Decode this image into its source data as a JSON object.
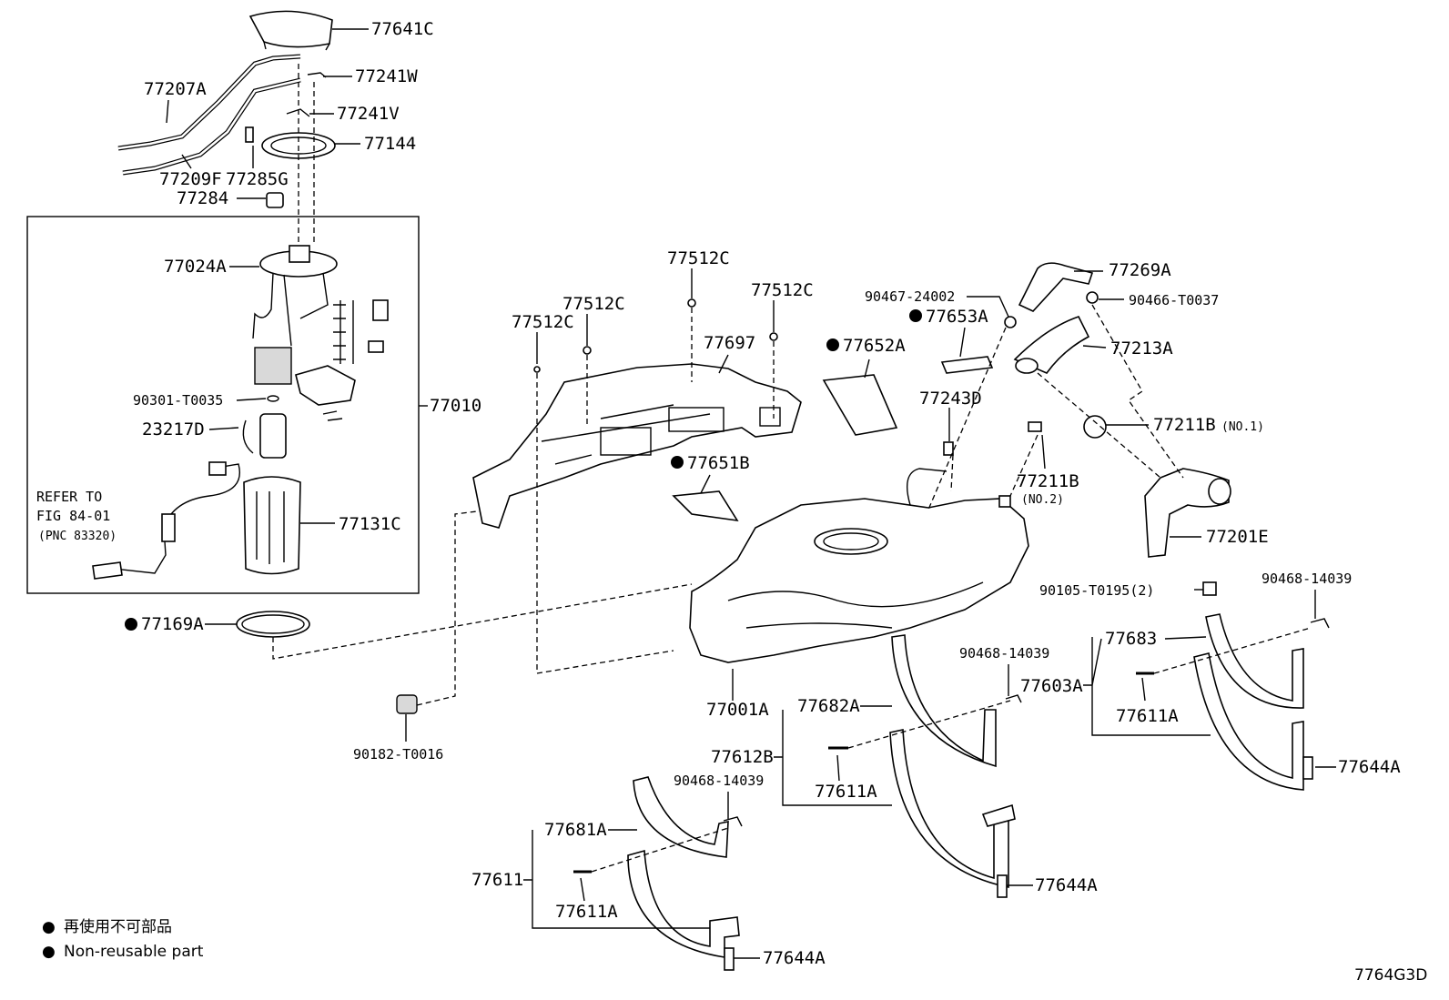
{
  "diagram_code": "7764G3D",
  "refer_note": {
    "line1": "REFER TO",
    "line2": "FIG 84-01",
    "line3": "(PNC 83320)"
  },
  "legend": {
    "marker": "●",
    "line1": "再使用不可部品",
    "line2": "Non-reusable part"
  },
  "labels": {
    "l77641C": "77641C",
    "l77207A": "77207A",
    "l77241W": "77241W",
    "l77241V": "77241V",
    "l77144": "77144",
    "l77209F": "77209F",
    "l77285G": "77285G",
    "l77284": "77284",
    "l77024A": "77024A",
    "l90301": "90301-T0035",
    "l77010": "77010",
    "l23217D": "23217D",
    "l77131C": "77131C",
    "l77169A": "77169A",
    "l90182": "90182-T0016",
    "l77512C_a": "77512C",
    "l77512C_b": "77512C",
    "l77512C_c": "77512C",
    "l77512C_d": "77512C",
    "l77697": "77697",
    "l77651B": "77651B",
    "l77652A": "77652A",
    "l77653A": "77653A",
    "l90467": "90467-24002",
    "l77269A": "77269A",
    "l90466": "90466-T0037",
    "l77213A": "77213A",
    "l77243D": "77243D",
    "l77211B_1": "77211B",
    "l77211B_1n": "(NO.1)",
    "l77211B_2": "77211B",
    "l77211B_2n": "(NO.2)",
    "l77201E": "77201E",
    "l90105": "90105-T0195(2)",
    "l90468_a": "90468-14039",
    "l90468_b": "90468-14039",
    "l90468_c": "90468-14039",
    "l77683": "77683",
    "l77603A": "77603A",
    "l77611A_a": "77611A",
    "l77611A_b": "77611A",
    "l77611A_c": "77611A",
    "l77644A_a": "77644A",
    "l77644A_b": "77644A",
    "l77644A_c": "77644A",
    "l77001A": "77001A",
    "l77682A": "77682A",
    "l77612B": "77612B",
    "l77681A": "77681A",
    "l77611": "77611"
  }
}
